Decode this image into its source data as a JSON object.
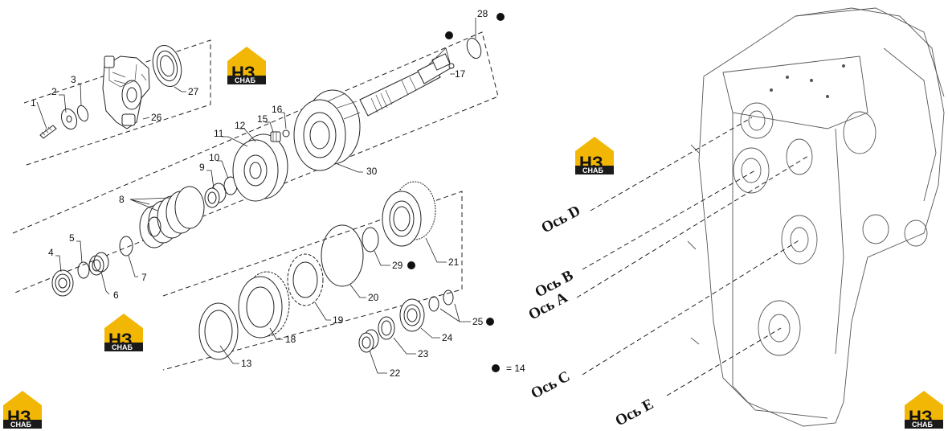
{
  "brand": {
    "letters": "НЗ",
    "caption": "СНАБ",
    "yellow": "#f2b705",
    "dark": "#1a1a1a"
  },
  "callouts": [
    "1",
    "2",
    "3",
    "4",
    "5",
    "6",
    "7",
    "8",
    "9",
    "10",
    "11",
    "12",
    "13",
    "15",
    "16",
    "17",
    "18",
    "19",
    "20",
    "21",
    "22",
    "23",
    "24",
    "25",
    "26",
    "27",
    "28",
    "29",
    "30"
  ],
  "legend": {
    "text": "= 14"
  },
  "axes": {
    "d": "Ось D",
    "b": "Ось B",
    "a": "Ось A",
    "c": "Ось C",
    "e": "Ось E"
  }
}
